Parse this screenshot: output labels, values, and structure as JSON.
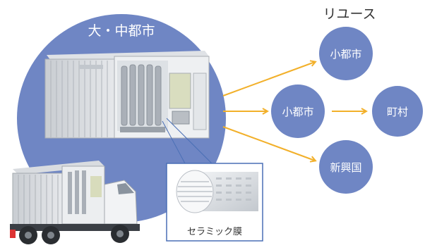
{
  "colors": {
    "circle_fill": "#6f86c4",
    "arrow": "#f2b02a",
    "inset_border": "#4a6fb5",
    "text_light": "#ffffff",
    "text_dark": "#333333"
  },
  "labels": {
    "big_city": "大・中都市",
    "reuse": "リユース",
    "node_small_city_top": "小都市",
    "node_small_city_mid": "小都市",
    "node_town": "町村",
    "node_emerging": "新興国",
    "ceramic_membrane": "セラミック膜"
  }
}
